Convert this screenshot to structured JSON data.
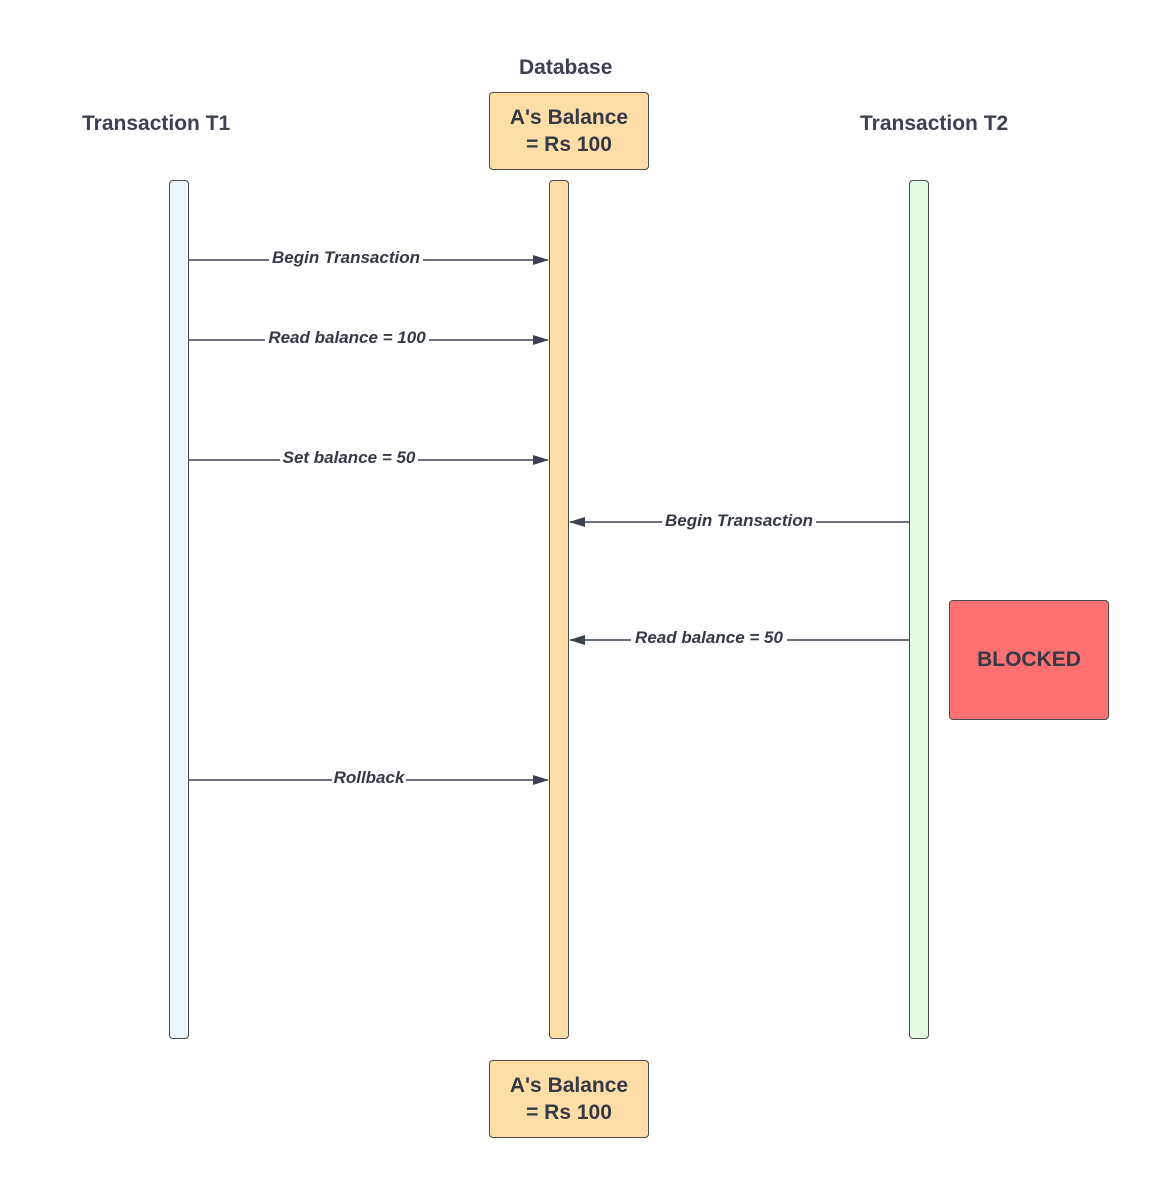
{
  "headers": {
    "t1": "Transaction T1",
    "database": "Database",
    "t2": "Transaction T2"
  },
  "top_box": {
    "line1": "A's Balance",
    "line2": "= Rs 100"
  },
  "bottom_box": {
    "line1": "A's Balance",
    "line2": "= Rs 100"
  },
  "blocked_label": "BLOCKED",
  "colors": {
    "t1_lifeline": "#eef6ff",
    "db_lifeline": "#ffdda6",
    "t2_lifeline": "#e3fbe3",
    "blocked": "#ff7070",
    "arrow": "#3a4150"
  },
  "messages": [
    {
      "from": "t1",
      "to": "db",
      "label": "Begin Transaction"
    },
    {
      "from": "t1",
      "to": "db",
      "label": "Read balance = 100"
    },
    {
      "from": "t1",
      "to": "db",
      "label": "Set balance = 50"
    },
    {
      "from": "t2",
      "to": "db",
      "label": "Begin Transaction"
    },
    {
      "from": "t2",
      "to": "db",
      "label": "Read balance = 50"
    },
    {
      "from": "t1",
      "to": "db",
      "label": "Rollback"
    }
  ]
}
